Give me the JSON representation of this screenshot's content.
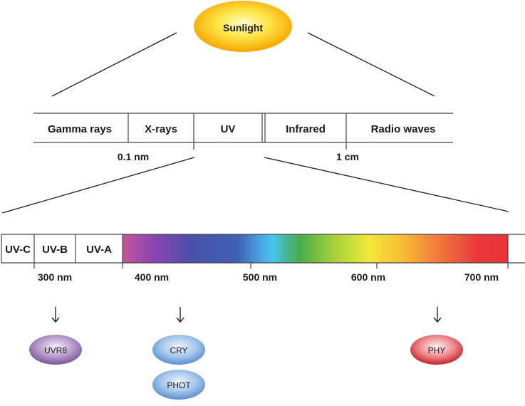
{
  "sun": {
    "label": "Sunlight"
  },
  "spectrum": {
    "segments": [
      "Gamma rays",
      "X-rays",
      "UV",
      "Infrared",
      "Radio waves"
    ],
    "ticks": [
      "0.1 nm",
      "1 cm"
    ]
  },
  "uv_scale": {
    "bands": [
      "UV-C",
      "UV-B",
      "UV-A"
    ],
    "ticks": [
      "300 nm",
      "400 nm",
      "500 nm",
      "600 nm",
      "700 nm"
    ]
  },
  "photoreceptors": {
    "uvr8": "UVR8",
    "cry": "CRY",
    "phot": "PHOT",
    "phy": "PHY"
  },
  "colors": {
    "sun_core": "#fff27a",
    "sun_edge": "#f5a500",
    "uvr8": "#8e6aa8",
    "cry_phot": "#6b9fd8",
    "phy": "#d9323a"
  }
}
